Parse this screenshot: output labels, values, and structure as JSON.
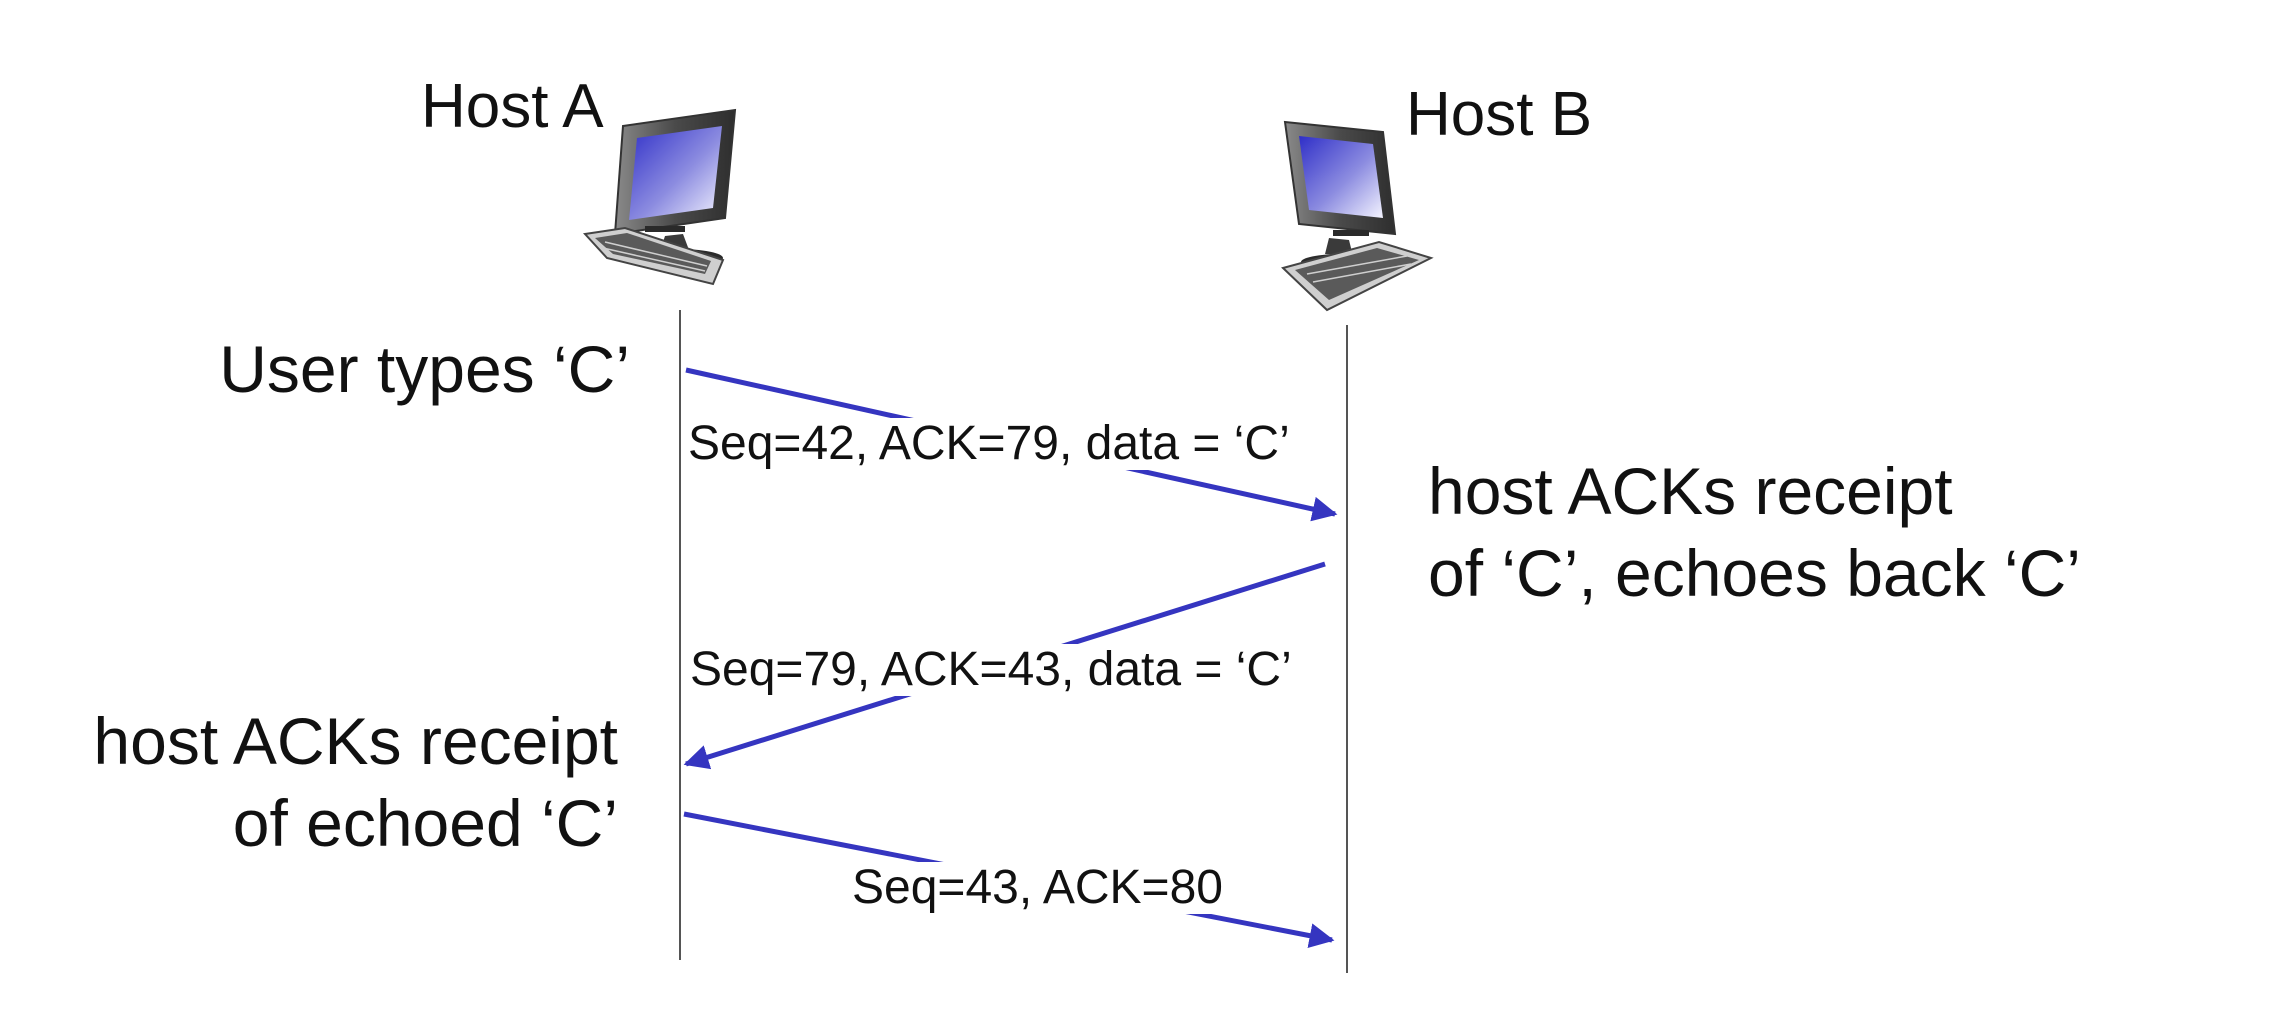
{
  "hosts": {
    "a": {
      "label": "Host A"
    },
    "b": {
      "label": "Host B"
    }
  },
  "left_notes": {
    "user_types": "User types ‘C’",
    "acks_line1": "host ACKs receipt",
    "acks_line2": "of echoed ‘C’"
  },
  "right_notes": {
    "line1": "host ACKs receipt",
    "line2": "of ‘C’, echoes back ‘C’"
  },
  "messages": [
    {
      "label": "Seq=42, ACK=79, data = ‘C’",
      "direction": "A-to-B"
    },
    {
      "label": "Seq=79, ACK=43, data = ‘C’",
      "direction": "B-to-A"
    },
    {
      "label": "Seq=43, ACK=80",
      "direction": "A-to-B"
    }
  ],
  "colors": {
    "arrow": "#3535c0",
    "timeline": "#555555",
    "screen": "#3a3ad0",
    "monitor_body": "#5c5c5c"
  },
  "icons": {
    "host_a": "desktop-computer-icon",
    "host_b": "desktop-computer-icon"
  }
}
